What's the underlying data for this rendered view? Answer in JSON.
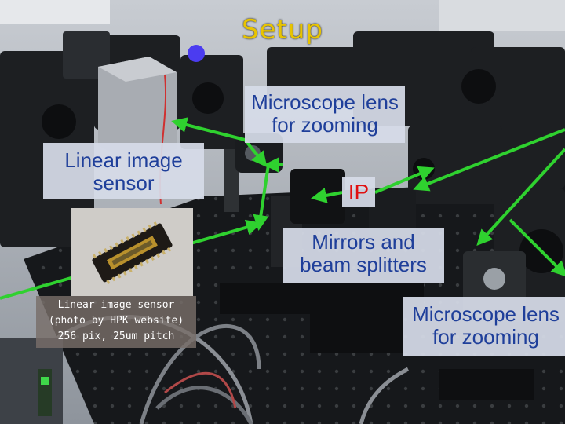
{
  "title": "Setup",
  "labels": {
    "lens_top_line1": "Microscope lens",
    "lens_top_line2": "for zooming",
    "sensor_line1": "Linear image",
    "sensor_line2": "sensor",
    "ip": "IP",
    "mirrors_line1": "Mirrors and",
    "mirrors_line2": "beam splitters",
    "lens_bottom_line1": "Microscope lens",
    "lens_bottom_line2": "for zooming"
  },
  "inset_caption": {
    "line1": "Linear image sensor",
    "line2": "(photo by HPK website)",
    "line3": "256 pix, 25um pitch"
  },
  "colors": {
    "title": "#e8c400",
    "label_text": "#1f3f9a",
    "ip_text": "#e01010",
    "arrows": "#2fd12f"
  }
}
